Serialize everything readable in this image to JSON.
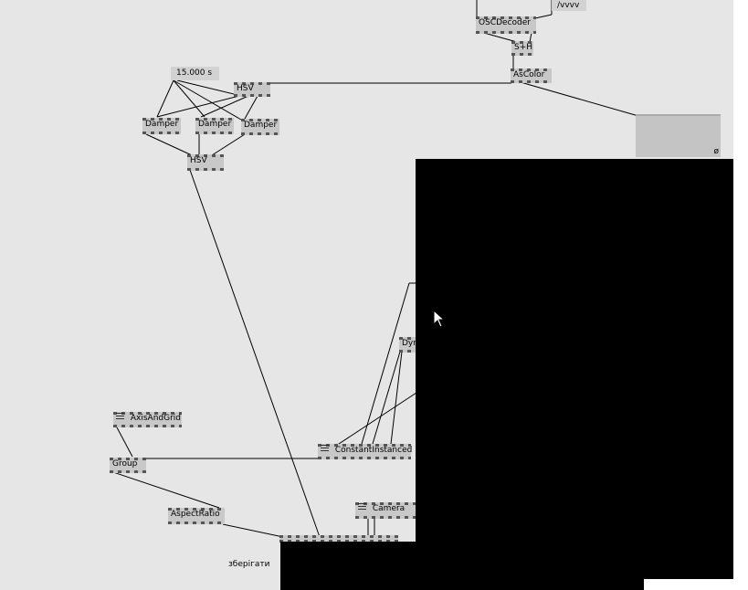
{
  "nodes": {
    "osc_decoder": "OSCDecoder",
    "address": "/vvvv",
    "sample_hold": "S+H",
    "as_color": "AsColor",
    "time_value": "15.000 s",
    "hsv_top": "HSV",
    "damper_1": "Damper",
    "damper_2": "Damper",
    "damper_3": "Damper",
    "hsv_bottom": "HSV",
    "axis_and_grid": "AxisAndGrid",
    "group": "Group",
    "aspect_ratio": "AspectRatio",
    "constant_instanced": "ConstantInstanced",
    "camera": "Camera",
    "dyn_partial": "Dyn"
  },
  "renderer": {
    "symbol": "ø"
  },
  "labels": {
    "save": "зберігати"
  },
  "colors": {
    "canvas": "#e6e6e6",
    "node": "#c8c8c8",
    "wire": "#000000"
  }
}
